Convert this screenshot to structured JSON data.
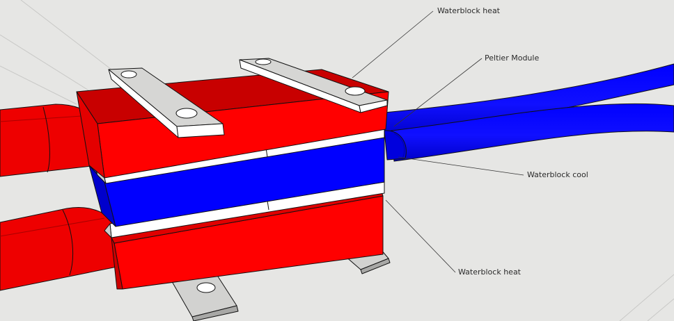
{
  "labels": {
    "waterblock_heat_top": "Waterblock heat",
    "peltier_module": "Peltier Module",
    "waterblock_cool": "Waterblock cool",
    "waterblock_heat_bottom": "Waterblock heat"
  },
  "colors": {
    "background": "#e6e6e4",
    "heat_block": "#ff0000",
    "heat_block_top_face": "#c80000",
    "cool_block": "#0000ff",
    "cool_block_shade": "#0000cc",
    "peltier_plate": "#ffffff",
    "mount_bracket": "#d2d2d0",
    "outline": "#111111"
  }
}
